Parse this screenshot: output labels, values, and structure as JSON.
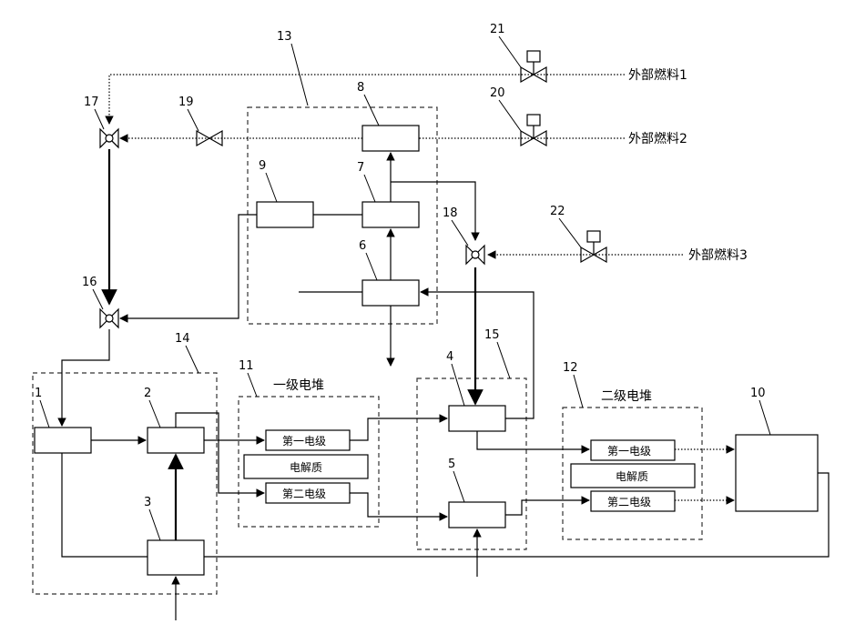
{
  "numbers": {
    "n1": "1",
    "n2": "2",
    "n3": "3",
    "n4": "4",
    "n5": "5",
    "n6": "6",
    "n7": "7",
    "n8": "8",
    "n9": "9",
    "n10": "10",
    "n11": "11",
    "n12": "12",
    "n13": "13",
    "n14": "14",
    "n15": "15",
    "n16": "16",
    "n17": "17",
    "n18": "18",
    "n19": "19",
    "n20": "20",
    "n21": "21",
    "n22": "22"
  },
  "fuel_labels": {
    "fuel1": "外部燃料1",
    "fuel2": "外部燃料2",
    "fuel3": "外部燃料3"
  },
  "stack1": {
    "title": "一级电堆",
    "electrode1": "第一电级",
    "electrolyte": "电解质",
    "electrode2": "第二电级"
  },
  "stack2": {
    "title": "二级电堆",
    "electrode1": "第一电级",
    "electrolyte": "电解质",
    "electrode2": "第二电级"
  }
}
